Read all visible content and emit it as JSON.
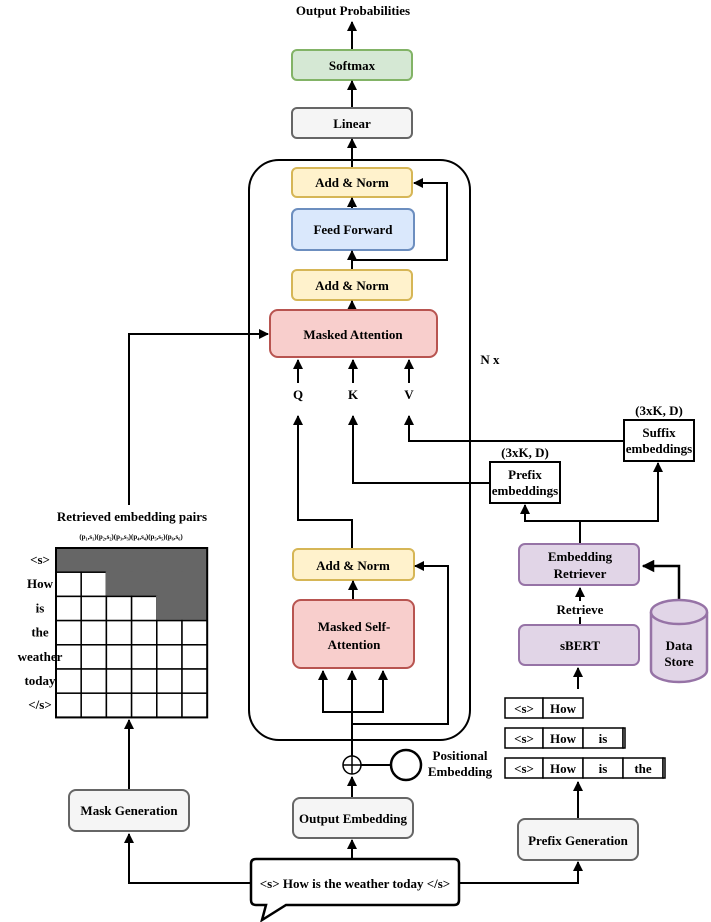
{
  "decoder": {
    "output_probabilities": "Output Probabilities",
    "softmax": "Softmax",
    "linear": "Linear",
    "add_norm_top": "Add & Norm",
    "feed_forward": "Feed Forward",
    "add_norm_mid": "Add & Norm",
    "masked_attention": "Masked Attention",
    "repeat_label": "N x",
    "q": "Q",
    "k": "K",
    "v": "V",
    "add_norm_bottom": "Add & Norm",
    "masked_self_attention_line1": "Masked Self-",
    "masked_self_attention_line2": "Attention",
    "positional_embedding_line1": "Positional",
    "positional_embedding_line2": "Embedding",
    "output_embedding": "Output Embedding"
  },
  "input": {
    "query": "<s> How is the weather today </s>"
  },
  "mask": {
    "title": "Retrieved embedding pairs",
    "pair_labels": "(p₁,s₁)(p₂,s₂)(p₃,s₃)(p₄,s₄)(p₅,s₅)(p₆,s₆)",
    "row_labels": [
      "<s>",
      "How",
      "is",
      "the",
      "weather",
      "today",
      "</s>"
    ],
    "masked_cells_per_row": [
      6,
      4,
      2,
      0,
      0,
      0,
      0
    ],
    "colors": {
      "masked": "#666666",
      "open": "#ffffff"
    },
    "generation": "Mask Generation"
  },
  "retrieval": {
    "suffix_shape": "(3xK, D)",
    "suffix_line1": "Suffix",
    "suffix_line2": "embeddings",
    "prefix_shape": "(3xK, D)",
    "prefix_line1": "Prefix",
    "prefix_line2": "embeddings",
    "embedding_retriever_line1": "Embedding",
    "embedding_retriever_line2": "Retriever",
    "retrieve": "Retrieve",
    "sbert": "sBERT",
    "data_store_line1": "Data",
    "data_store_line2": "Store",
    "prefix_rows": [
      [
        "<s>",
        "How"
      ],
      [
        "<s>",
        "How",
        "is"
      ],
      [
        "<s>",
        "How",
        "is",
        "the"
      ]
    ],
    "prefix_generation": "Prefix Generation"
  },
  "colors": {
    "green_fill": "#d5e8d4",
    "green_stroke": "#82b366",
    "gray_fill": "#f5f5f5",
    "gray_stroke": "#666666",
    "yellow_fill": "#fff2cc",
    "yellow_stroke": "#d6b656",
    "blue_fill": "#dae8fc",
    "blue_stroke": "#6c8ebf",
    "red_fill": "#f8cecc",
    "red_stroke": "#b85450",
    "purple_fill": "#e1d5e7",
    "purple_stroke": "#9673a6"
  }
}
